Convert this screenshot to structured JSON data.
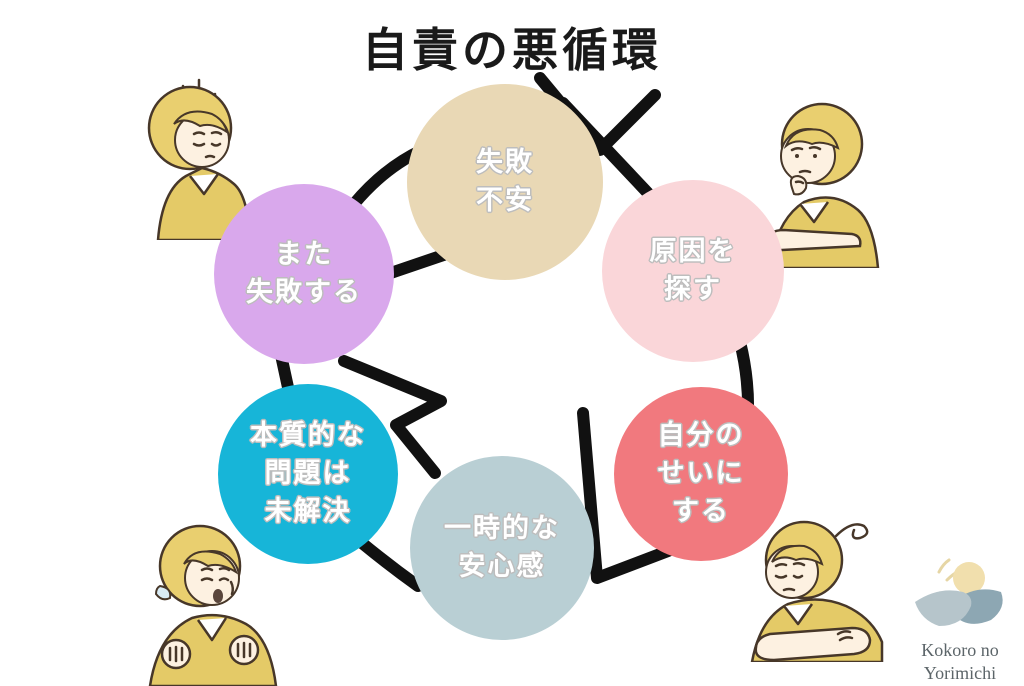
{
  "title": "自責の悪循環",
  "cycle": {
    "arrow_color": "#111111",
    "label_color": "#ffffff",
    "nodes": [
      {
        "name": "failure-anxiety",
        "color": "#e9d8b5",
        "lines": [
          "失敗",
          "不安"
        ]
      },
      {
        "name": "search-for-cause",
        "color": "#fad6d9",
        "lines": [
          "原因を",
          "探す"
        ]
      },
      {
        "name": "blame-yourself",
        "color": "#f1797e",
        "lines": [
          "自分の",
          "せいに",
          "する"
        ]
      },
      {
        "name": "temporary-relief",
        "color": "#b9cfd4",
        "lines": [
          "一時的な",
          "安心感"
        ]
      },
      {
        "name": "problem-unsolved",
        "color": "#17b5d8",
        "lines": [
          "本質的な",
          "問題は",
          "未解決"
        ]
      },
      {
        "name": "fail-again",
        "color": "#d9a8ec",
        "lines": [
          "また",
          "失敗する"
        ]
      }
    ]
  },
  "illustrations": [
    {
      "name": "gloomy-woman-top-left"
    },
    {
      "name": "thinking-woman-top-right"
    },
    {
      "name": "crying-woman-bottom-left"
    },
    {
      "name": "dejected-woman-bottom-right"
    }
  ],
  "logo": {
    "line1": "Kokoro no",
    "line2": "Yorimichi"
  }
}
